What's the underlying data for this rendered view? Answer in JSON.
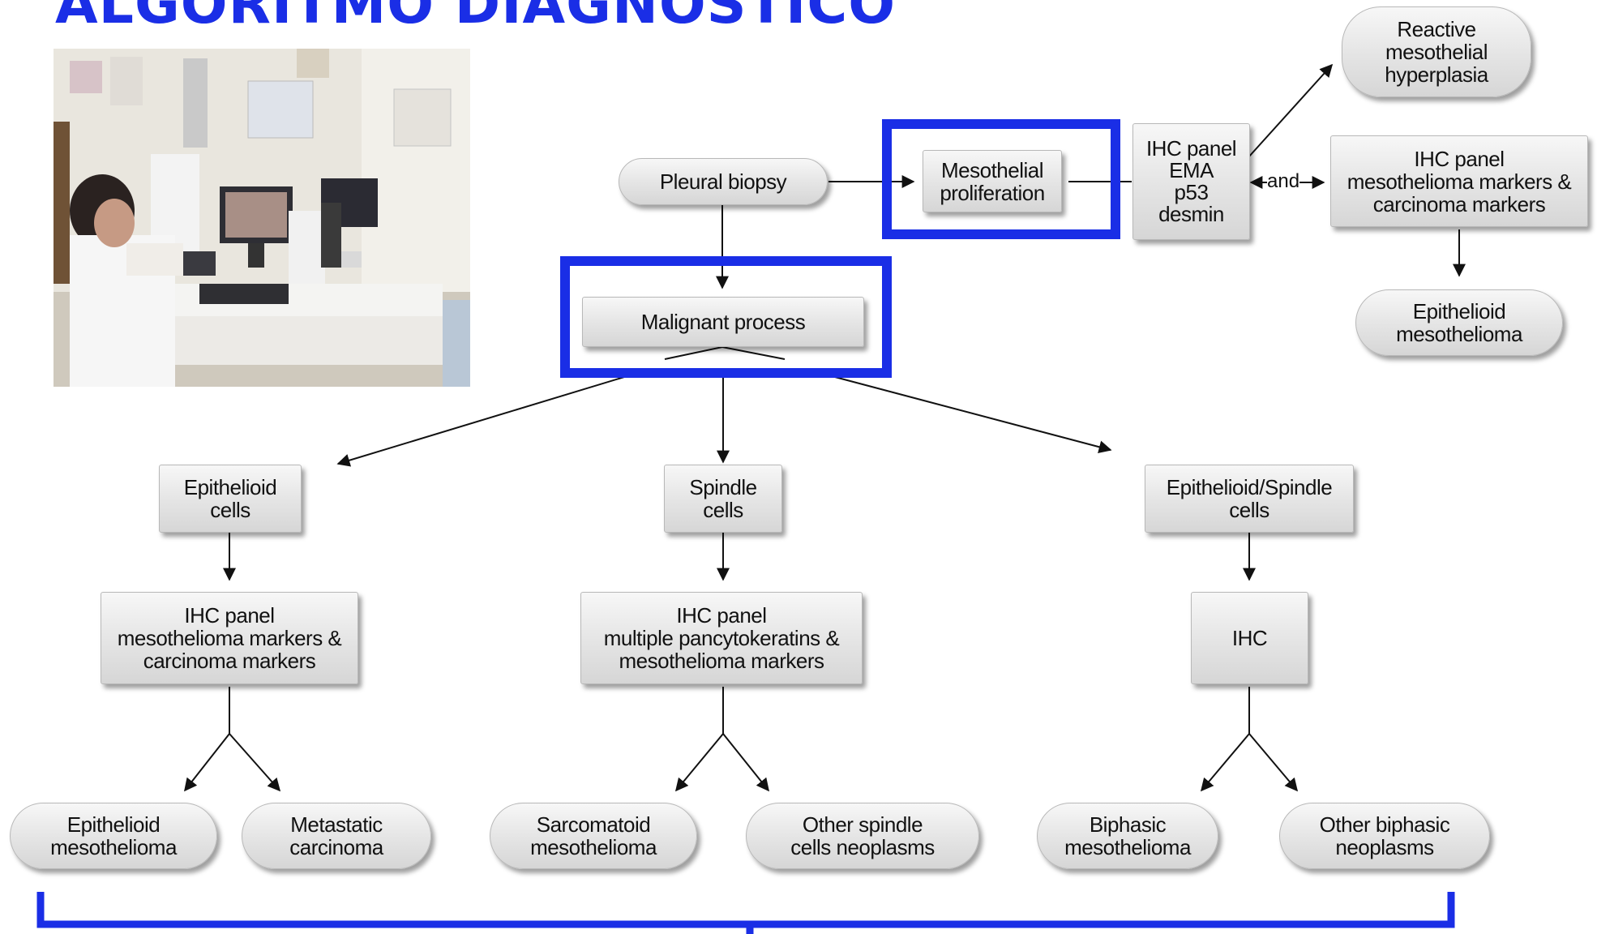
{
  "title": "ALGORITMO DIAGNOSTICO",
  "photo": {
    "icon": "laboratory-photo"
  },
  "colors": {
    "title": "#1a2ee6",
    "highlight": "#1a2ee6",
    "bracket": "#1a2ee6",
    "node_fill": "#e4e4e4"
  },
  "nodes": {
    "pleural_biopsy": "Pleural biopsy",
    "mesothelial_proliferation": "Mesothelial\nproliferation",
    "ihc_panel_top": "IHC panel\nEMA\np53\ndesmin",
    "reactive_hyperplasia": "Reactive\nmesothelial\nhyperplasia",
    "ihc_panel_right": "IHC panel\nmesothelioma markers &\ncarcinoma markers",
    "epithelioid_mesothelioma_top": "Epithelioid\nmesothelioma",
    "malignant_process": "Malignant process",
    "epithelioid_cells": "Epithelioid\ncells",
    "spindle_cells": "Spindle\ncells",
    "mixed_cells": "Epithelioid/Spindle\ncells",
    "ihc_panel_left": "IHC panel\nmesothelioma markers &\ncarcinoma markers",
    "ihc_panel_middle": "IHC panel\nmultiple pancytokeratins &\nmesothelioma markers",
    "ihc_right": "IHC",
    "epithelioid_mesothelioma": "Epithelioid\nmesothelioma",
    "metastatic_carcinoma": "Metastatic\ncarcinoma",
    "sarcomatoid_mesothelioma": "Sarcomatoid\nmesothelioma",
    "other_spindle": "Other spindle\ncells neoplasms",
    "biphasic_mesothelioma": "Biphasic\nmesothelioma",
    "other_biphasic": "Other biphasic\nneoplasms"
  },
  "and_label": "and"
}
